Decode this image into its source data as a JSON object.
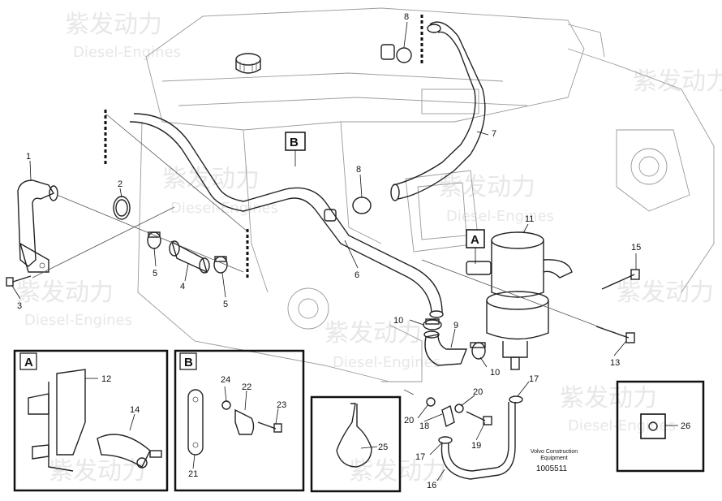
{
  "watermark": {
    "chinese": "紫发动力",
    "english": "Diesel-Engines"
  },
  "detail_labels": {
    "A": "A",
    "B": "B"
  },
  "part_numbers": [
    "1",
    "2",
    "3",
    "4",
    "5",
    "5",
    "6",
    "7",
    "8",
    "8",
    "9",
    "10",
    "10",
    "11",
    "12",
    "13",
    "14",
    "15",
    "16",
    "17",
    "17",
    "18",
    "19",
    "20",
    "20",
    "21",
    "22",
    "23",
    "24",
    "25",
    "26"
  ],
  "footer": {
    "line1": "Volvo Construction",
    "line2": "Equipment",
    "ref": "1005511"
  }
}
